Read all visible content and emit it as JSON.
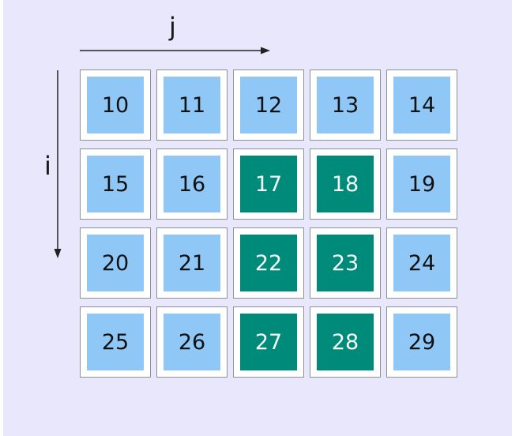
{
  "axes": {
    "column_label": "j",
    "row_label": "i"
  },
  "colors": {
    "background": "#e9e7fb",
    "cell_default": "#8fc8f7",
    "cell_highlighted": "#008a7a"
  },
  "grid": {
    "rows": [
      {
        "cells": [
          {
            "value": "10",
            "highlighted": false
          },
          {
            "value": "11",
            "highlighted": false
          },
          {
            "value": "12",
            "highlighted": false
          },
          {
            "value": "13",
            "highlighted": false
          },
          {
            "value": "14",
            "highlighted": false
          }
        ]
      },
      {
        "cells": [
          {
            "value": "15",
            "highlighted": false
          },
          {
            "value": "16",
            "highlighted": false
          },
          {
            "value": "17",
            "highlighted": true
          },
          {
            "value": "18",
            "highlighted": true
          },
          {
            "value": "19",
            "highlighted": false
          }
        ]
      },
      {
        "cells": [
          {
            "value": "20",
            "highlighted": false
          },
          {
            "value": "21",
            "highlighted": false
          },
          {
            "value": "22",
            "highlighted": true
          },
          {
            "value": "23",
            "highlighted": true
          },
          {
            "value": "24",
            "highlighted": false
          }
        ]
      },
      {
        "cells": [
          {
            "value": "25",
            "highlighted": false
          },
          {
            "value": "26",
            "highlighted": false
          },
          {
            "value": "27",
            "highlighted": true
          },
          {
            "value": "28",
            "highlighted": true
          },
          {
            "value": "29",
            "highlighted": false
          }
        ]
      }
    ]
  }
}
